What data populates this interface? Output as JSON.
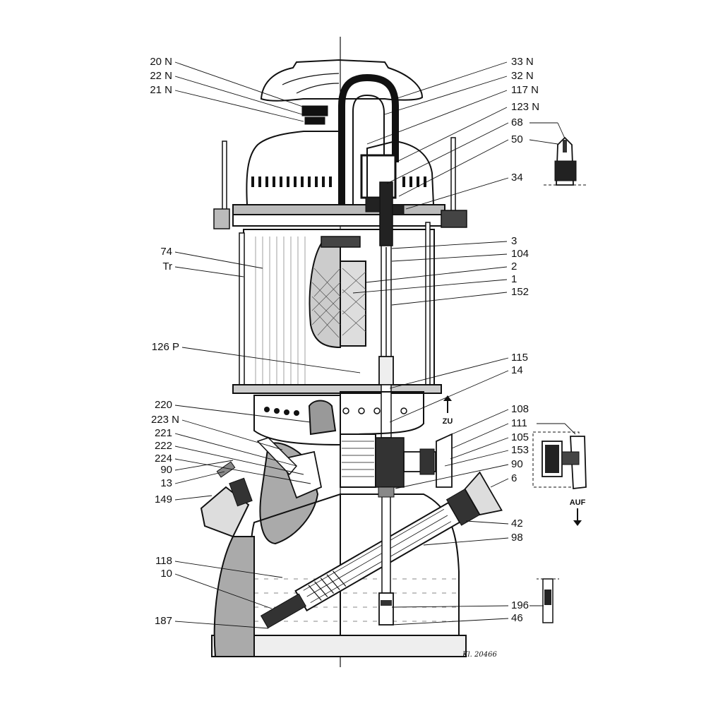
{
  "labels_left": [
    {
      "text": "20 N",
      "id": "20N"
    },
    {
      "text": "22 N",
      "id": "22N"
    },
    {
      "text": "21 N",
      "id": "21N"
    },
    {
      "text": "74",
      "id": "74"
    },
    {
      "text": "Tr",
      "id": "Tr"
    },
    {
      "text": "126 P",
      "id": "126P"
    },
    {
      "text": "220",
      "id": "220"
    },
    {
      "text": "223 N",
      "id": "223N"
    },
    {
      "text": "221",
      "id": "221"
    },
    {
      "text": "222",
      "id": "222"
    },
    {
      "text": "224",
      "id": "224"
    },
    {
      "text": "90",
      "id": "90L"
    },
    {
      "text": "13",
      "id": "13"
    },
    {
      "text": "149",
      "id": "149"
    },
    {
      "text": "118",
      "id": "118"
    },
    {
      "text": "10",
      "id": "10"
    },
    {
      "text": "187",
      "id": "187"
    }
  ],
  "labels_right": [
    {
      "text": "33 N",
      "id": "33N"
    },
    {
      "text": "32 N",
      "id": "32N"
    },
    {
      "text": "117 N",
      "id": "117N"
    },
    {
      "text": "123 N",
      "id": "123N"
    },
    {
      "text": "68",
      "id": "68"
    },
    {
      "text": "50",
      "id": "50"
    },
    {
      "text": "34",
      "id": "34"
    },
    {
      "text": "3",
      "id": "3"
    },
    {
      "text": "104",
      "id": "104"
    },
    {
      "text": "2",
      "id": "2"
    },
    {
      "text": "1",
      "id": "1"
    },
    {
      "text": "152",
      "id": "152"
    },
    {
      "text": "115",
      "id": "115"
    },
    {
      "text": "14",
      "id": "14"
    },
    {
      "text": "108",
      "id": "108"
    },
    {
      "text": "111",
      "id": "111"
    },
    {
      "text": "105",
      "id": "105"
    },
    {
      "text": "153",
      "id": "153"
    },
    {
      "text": "90",
      "id": "90R"
    },
    {
      "text": "6",
      "id": "6"
    },
    {
      "text": "42",
      "id": "42"
    },
    {
      "text": "98",
      "id": "98"
    },
    {
      "text": "196",
      "id": "196"
    },
    {
      "text": "46",
      "id": "46"
    }
  ],
  "direction_labels": {
    "up": "ZU",
    "down": "AUF"
  },
  "signature": "Kl. 20466"
}
